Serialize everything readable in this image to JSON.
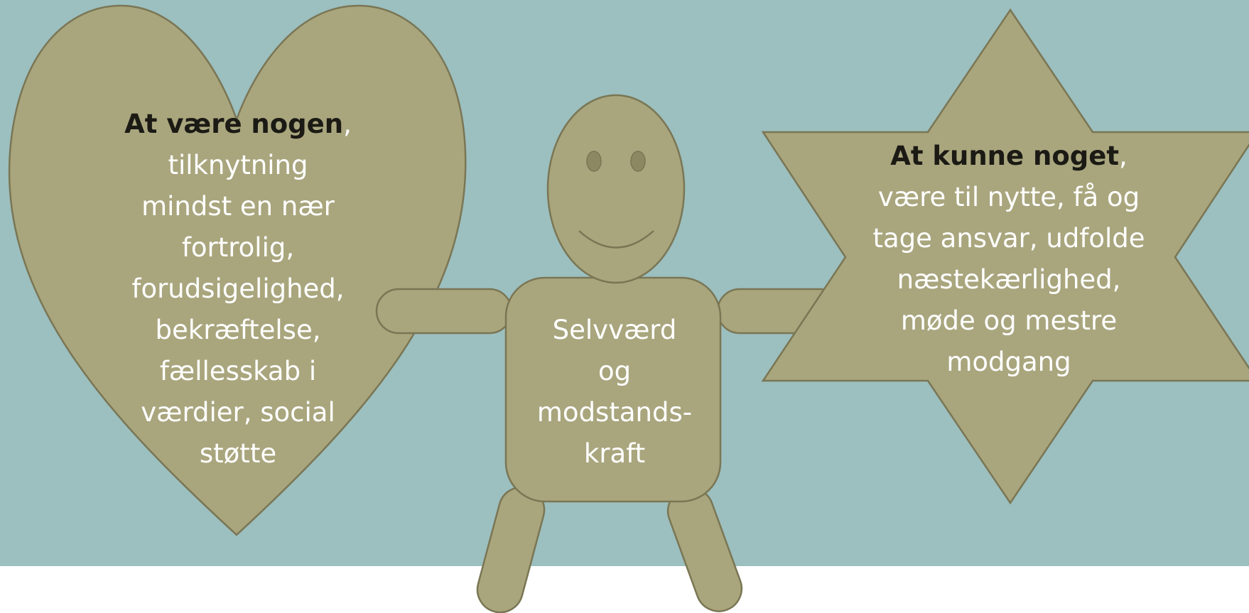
{
  "colors": {
    "background": "#9cbfbf",
    "floor": "#ffffff",
    "shape_fill": "#a9a67e",
    "shape_stroke": "#7a7654",
    "text": "#ffffff",
    "emphasis_text": "#1b1a14"
  },
  "heart": {
    "heading": "At være nogen",
    "heading_suffix": ",",
    "lines": [
      "tilknytning",
      "mindst en nær",
      "fortrolig,",
      "forudsigelighed,",
      "bekræftelse,",
      "fællesskab i",
      "værdier, social",
      "støtte"
    ]
  },
  "figure": {
    "body_lines": [
      "Selvværd",
      "og",
      "modstands-",
      "kraft"
    ]
  },
  "star": {
    "heading": "At kunne noget",
    "heading_suffix": ",",
    "lines": [
      "være til nytte, få og",
      "tage ansvar, udfolde",
      "næstekærlighed,",
      "møde og mestre",
      "modgang"
    ]
  }
}
